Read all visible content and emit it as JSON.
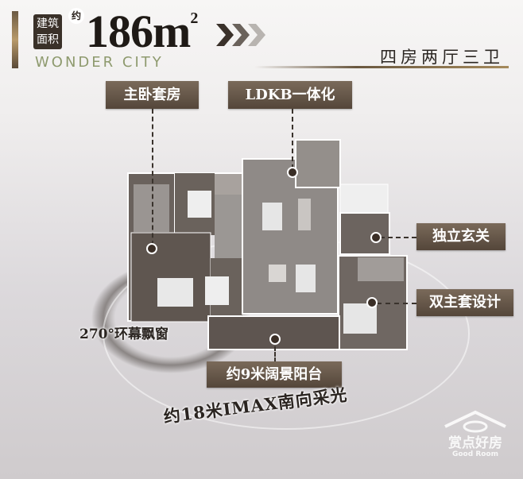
{
  "header": {
    "badge_line1": "建筑",
    "badge_line2": "面积",
    "approx": "约",
    "area_value": "186m",
    "area_unit_sup": "2",
    "brand": "WONDER CITY",
    "layout": "四房两厅三卫"
  },
  "callouts": {
    "master_suite": "主卧套房",
    "ldkb": "LDKB一体化",
    "foyer": "独立玄关",
    "dual_master": "双主套设计",
    "bay_window": "270°环幕飘窗",
    "balcony": "约9米阔景阳台",
    "imax": "约18米IMAX南向采光"
  },
  "watermark": {
    "cn": "赏点好房",
    "en": "Good Room"
  },
  "colors": {
    "tag": "#5e4f42",
    "floor_dark": "#5f5650",
    "floor_marble": "#8c8783",
    "accent_gold": "#a58a5c"
  }
}
